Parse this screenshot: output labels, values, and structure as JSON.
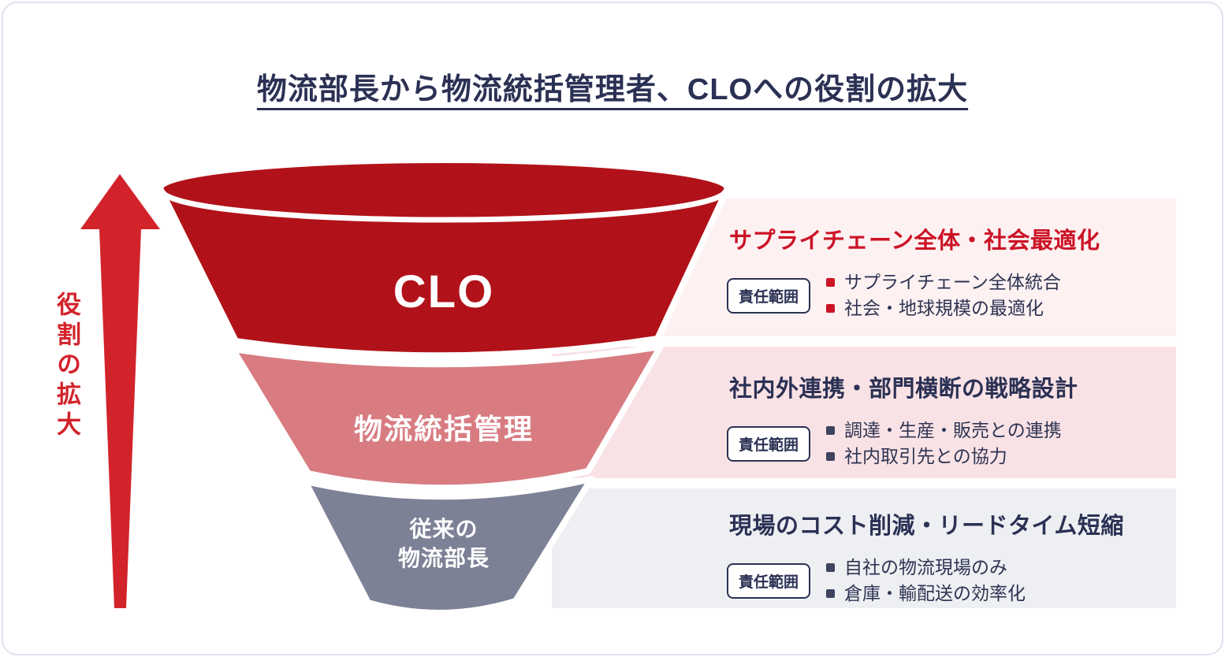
{
  "title": "物流部長から物流統括管理者、CLOへの役割の拡大",
  "axis": {
    "label": "役割の拡大",
    "arrow_color": "#d2232b"
  },
  "funnel": {
    "levels": [
      {
        "label": "CLO",
        "color": "#b11219"
      },
      {
        "label": "物流統括管理",
        "color": "#d87c82"
      },
      {
        "label_line1": "従来の",
        "label_line2": "物流部長",
        "color": "#7c8196"
      }
    ]
  },
  "panels": [
    {
      "title": "サプライチェーン全体・社会最適化",
      "badge_label": "責任範囲",
      "bullets": [
        "サプライチェーン全体統合",
        "社会・地球規模の最適化"
      ],
      "bg": "#fdf1f2",
      "title_color": "#cc1326",
      "bullet_marker_color": "#cc1326"
    },
    {
      "title": "社内外連携・部門横断の戦略設計",
      "badge_label": "責任範囲",
      "bullets": [
        "調達・生産・販売との連携",
        "社内取引先との協力"
      ],
      "bg": "#f9e2e5",
      "title_color": "#2b3154",
      "bullet_marker_color": "#3e435e"
    },
    {
      "title": "現場のコスト削減・リードタイム短縮",
      "badge_label": "責任範囲",
      "bullets": [
        "自社の物流現場のみ",
        "倉庫・輸配送の効率化"
      ],
      "bg": "#edeff2",
      "title_color": "#2b3154",
      "bullet_marker_color": "#3e435e"
    }
  ],
  "colors": {
    "title_navy": "#2b3154",
    "text_navy": "#2e3452",
    "accent_red": "#d2232b",
    "funnel_dark_red": "#b11219",
    "funnel_pink": "#d87c82",
    "funnel_gray": "#7c8196",
    "card_border": "#dde3ef",
    "separator_white": "#ffffff"
  }
}
